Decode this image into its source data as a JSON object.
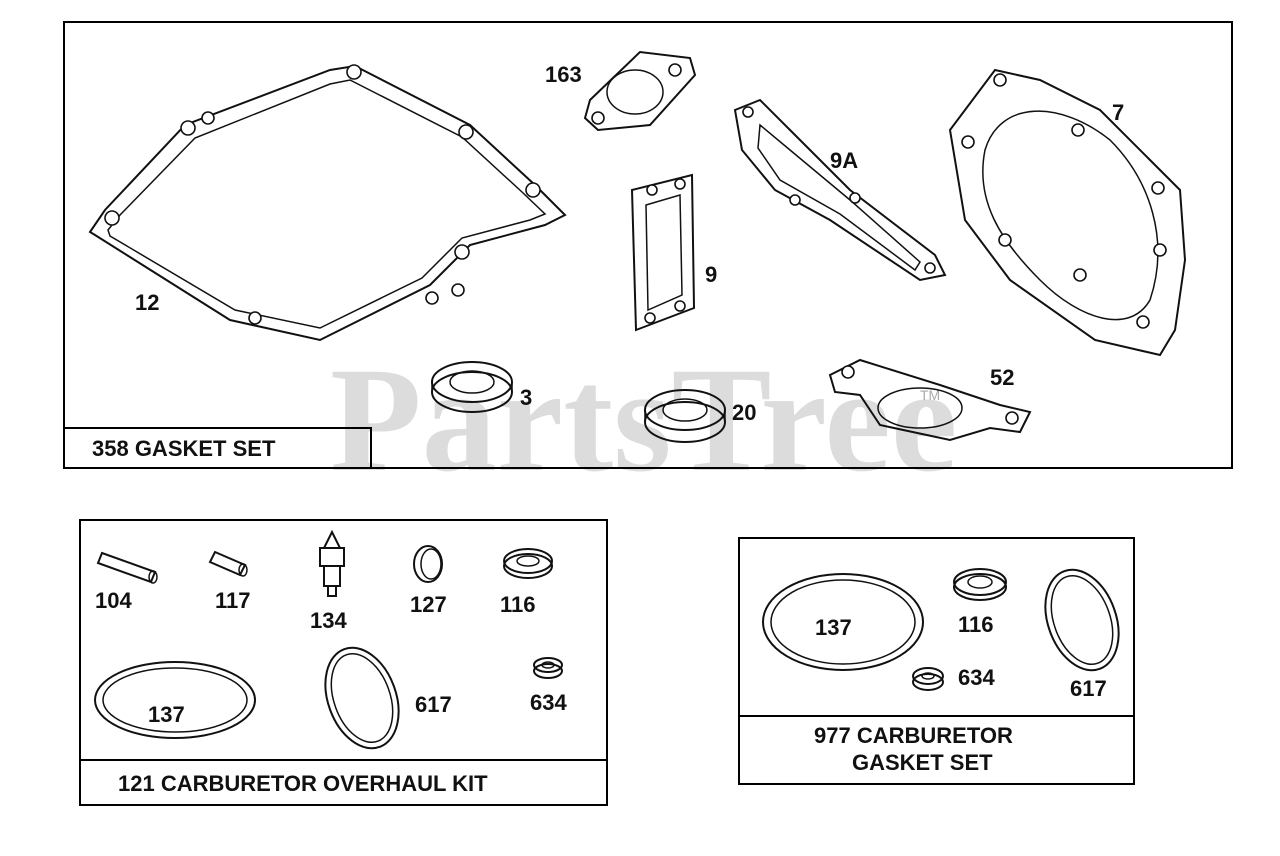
{
  "watermark": "PartsTree",
  "trademark": "TM",
  "panels": {
    "gasket_set": {
      "title": "358 GASKET SET",
      "labels": [
        "12",
        "163",
        "9",
        "9A",
        "7",
        "3",
        "20",
        "52"
      ]
    },
    "carb_overhaul": {
      "title": "121 CARBURETOR OVERHAUL KIT",
      "labels": [
        "104",
        "117",
        "134",
        "127",
        "116",
        "137",
        "617",
        "634"
      ]
    },
    "carb_gasket": {
      "title_line1": "977 CARBURETOR",
      "title_line2": "GASKET SET",
      "labels": [
        "137",
        "116",
        "634",
        "617"
      ]
    }
  }
}
